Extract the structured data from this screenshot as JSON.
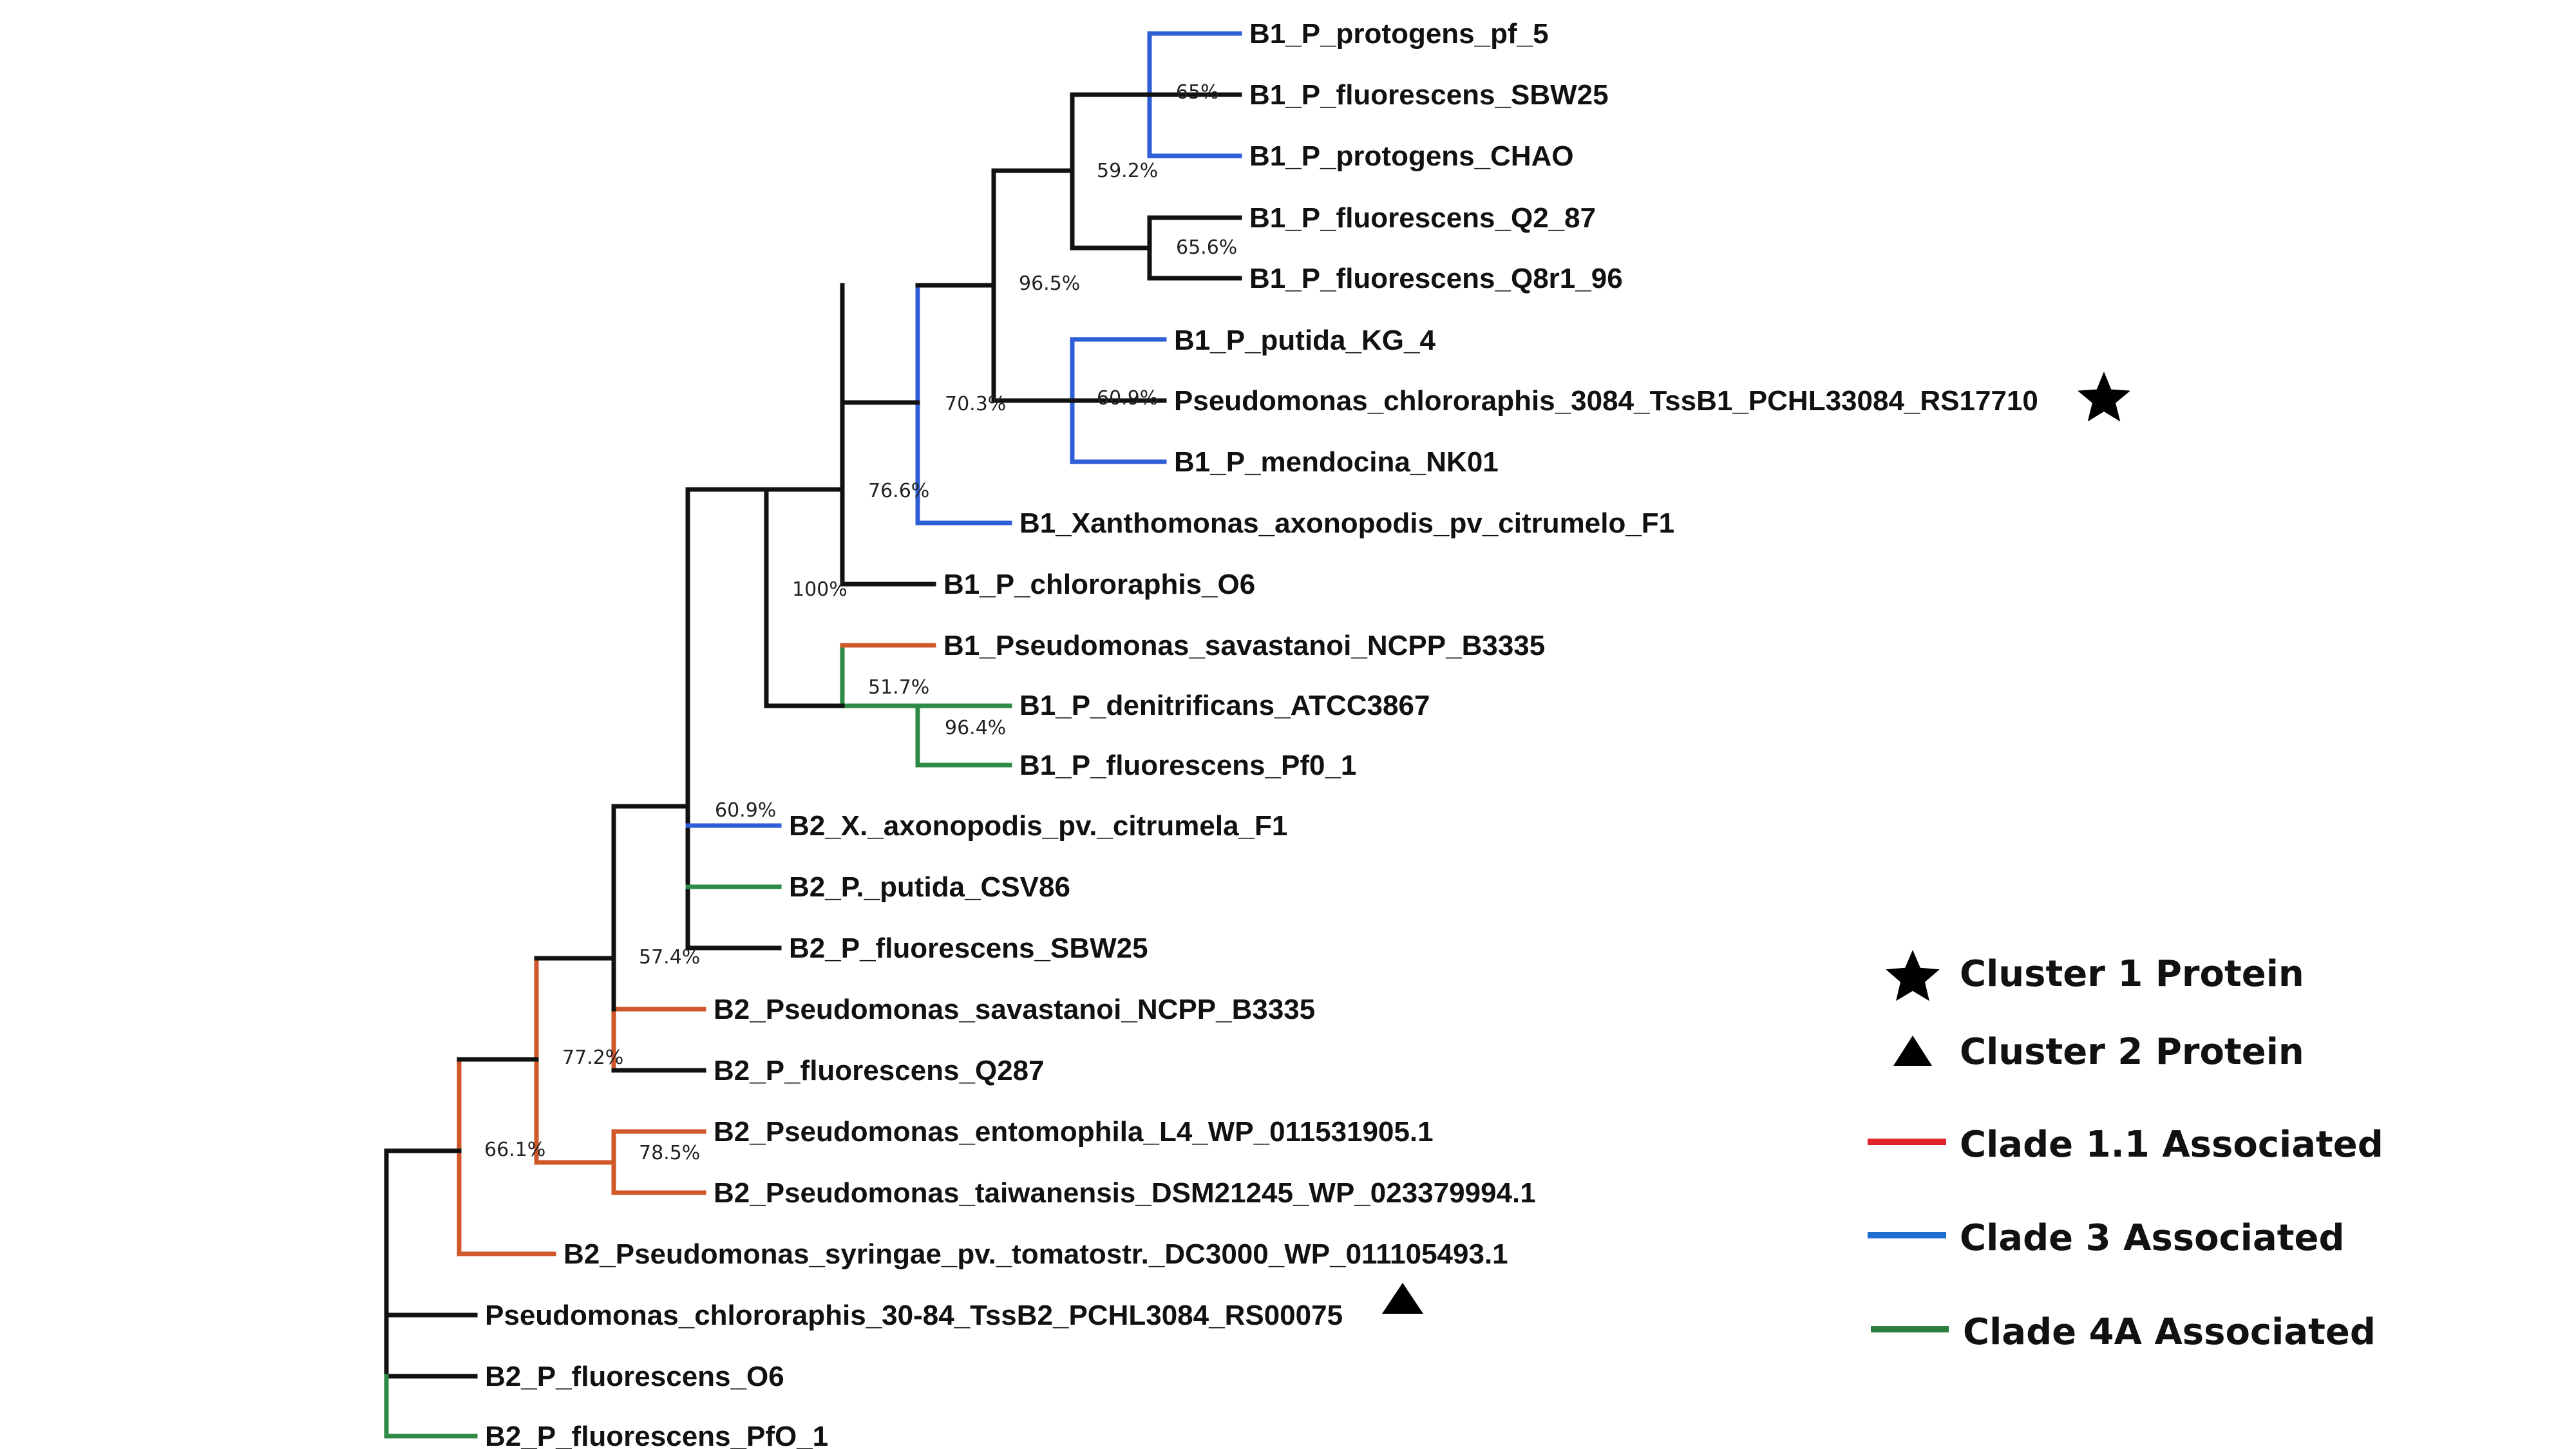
{
  "colors": {
    "default": "#111111",
    "clade_1_1": "#d0572a",
    "clade_3": "#2f5fd6",
    "clade_4a": "#2e8b45",
    "legend_1_1": "#e0242a",
    "legend_3": "#1f6fd0",
    "legend_4a": "#2d7f3e"
  },
  "taxa": [
    "B1_P_protogens_pf_5",
    "B1_P_fluorescens_SBW25",
    "B1_P_protogens_CHAO",
    "B1_P_fluorescens_Q2_87",
    "B1_P_fluorescens_Q8r1_96",
    "B1_P_putida_KG_4",
    "Pseudomonas_chlororaphis_3084_TssB1_PCHL33084_RS17710",
    "B1_P_mendocina_NK01",
    "B1_Xanthomonas_axonopodis_pv_citrumelo_F1",
    "B1_P_chlororaphis_O6",
    "B1_Pseudomonas_savastanoi_NCPP_B3335",
    "B1_P_denitrificans_ATCC3867",
    "B1_P_fluorescens_Pf0_1",
    "B2_X._axonopodis_pv._citrumela_F1",
    "B2_P._putida_CSV86",
    "B2_P_fluorescens_SBW25",
    "B2_Pseudomonas_savastanoi_NCPP_B3335",
    "B2_P_fluorescens_Q287",
    "B2_Pseudomonas_entomophila_L4_WP_011531905.1",
    "B2_Pseudomonas_taiwanensis_DSM21245_WP_023379994.1",
    "B2_Pseudomonas_syringae_pv._tomatostr._DC3000_WP_011105493.1",
    "Pseudomonas_chlororaphis_30-84_TssB2_PCHL3084_RS00075",
    "B2_P_fluorescens_O6",
    "B2_P_fluorescens_PfO_1"
  ],
  "bootstrap": {
    "n65": "65%",
    "n59": "59.2%",
    "n656": "65.6%",
    "n965": "96.5%",
    "n609a": "60.9%",
    "n703": "70.3%",
    "n766": "76.6%",
    "n100": "100%",
    "n517": "51.7%",
    "n964": "96.4%",
    "n609b": "60.9%",
    "n574": "57.4%",
    "n772": "77.2%",
    "n785": "78.5%",
    "n661": "66.1%"
  },
  "markers": {
    "cluster1": "star-marker",
    "cluster2": "triangle-marker"
  },
  "legend": {
    "cluster1": "Cluster 1 Protein",
    "cluster2": "Cluster 2 Protein",
    "clade11": "Clade 1.1 Associated",
    "clade3": "Clade 3 Associated",
    "clade4a": "Clade 4A Associated"
  }
}
